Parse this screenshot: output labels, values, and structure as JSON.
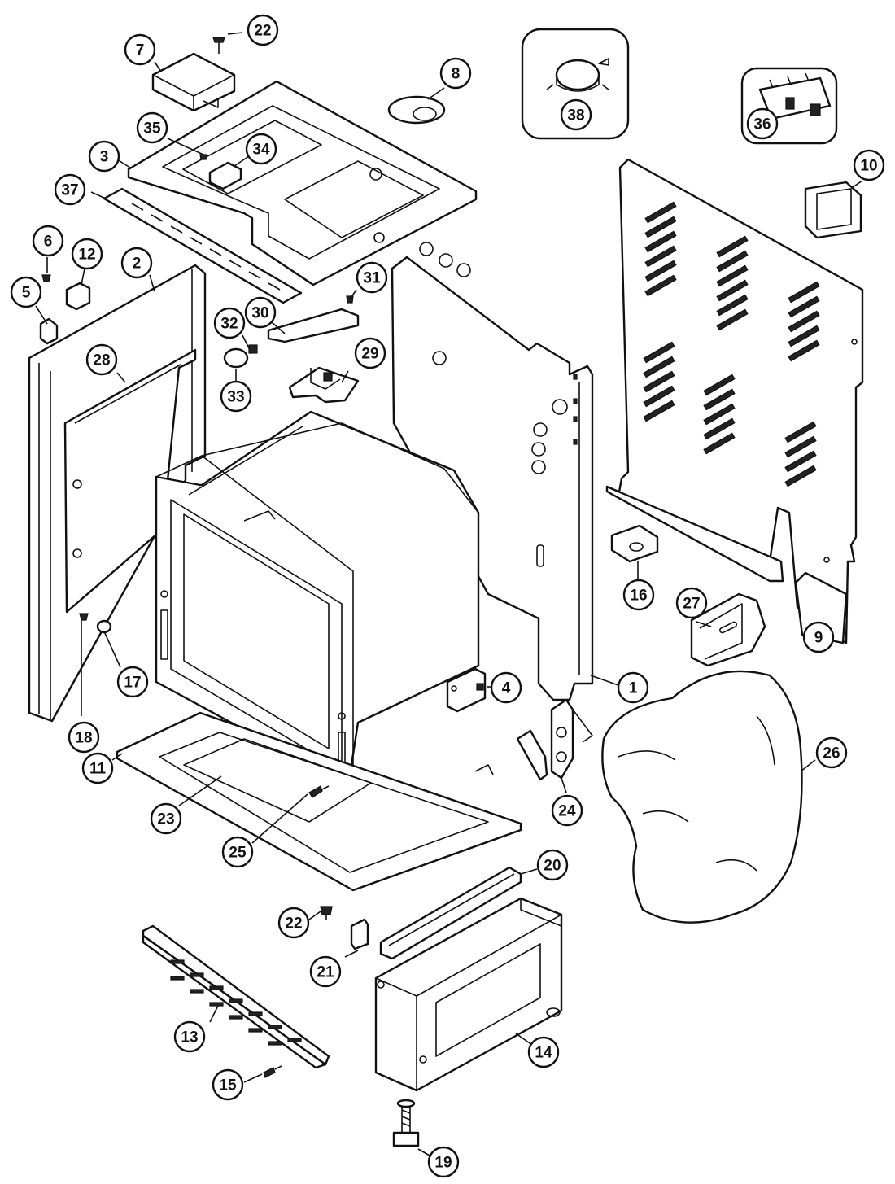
{
  "callouts": [
    "1",
    "2",
    "3",
    "4",
    "5",
    "6",
    "7",
    "8",
    "9",
    "10",
    "11",
    "12",
    "13",
    "14",
    "15",
    "16",
    "17",
    "18",
    "19",
    "20",
    "21",
    "22",
    "22",
    "23",
    "24",
    "25",
    "26",
    "27",
    "28",
    "29",
    "30",
    "31",
    "32",
    "33",
    "34",
    "35",
    "36",
    "37",
    "38"
  ],
  "colors": {
    "line": "#111111",
    "background": "#ffffff"
  }
}
